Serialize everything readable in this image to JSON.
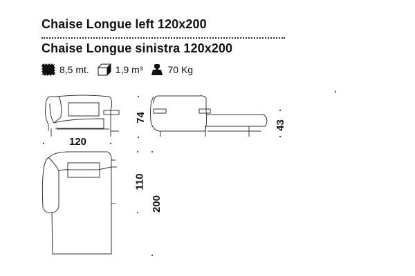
{
  "header": {
    "title_en": "Chaise Longue left 120x200",
    "title_it": "Chaise Longue sinistra 120x200"
  },
  "specs": {
    "fabric": "8,5 mt.",
    "volume": "1,9 m³",
    "weight": "70 Kg"
  },
  "dimensions": {
    "width": "120",
    "height": "74",
    "seat_height": "43",
    "depth_back": "110",
    "depth_total": "200"
  }
}
